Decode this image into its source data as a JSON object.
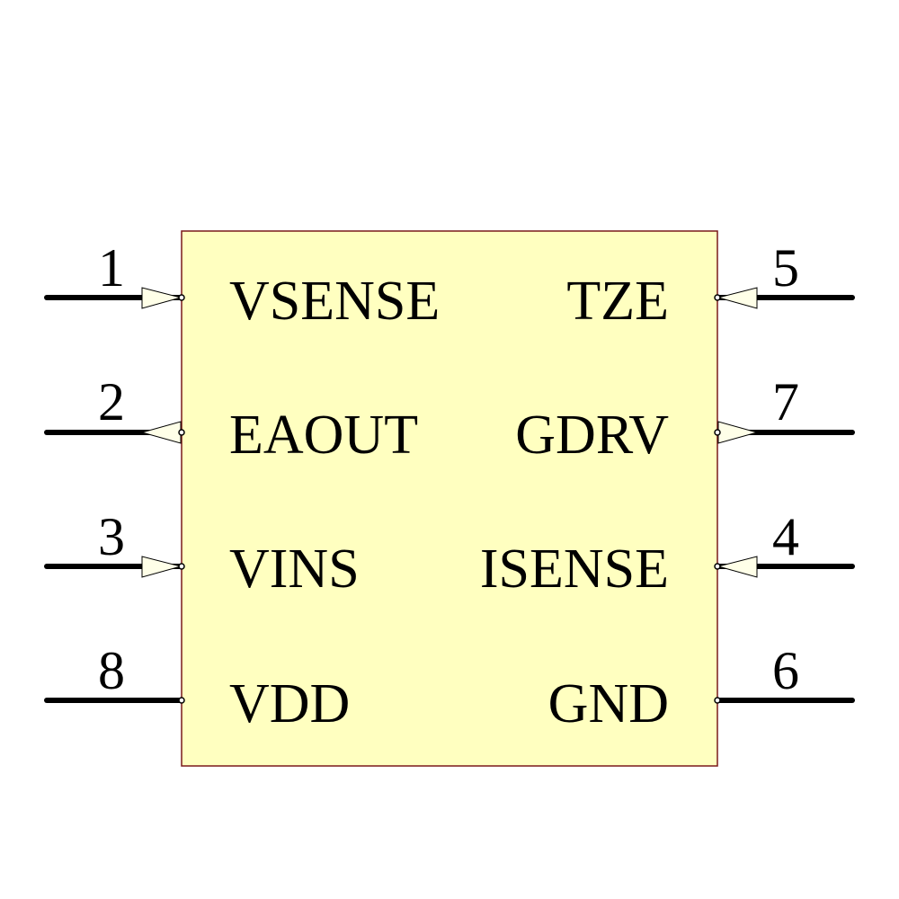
{
  "component": {
    "body_fill": "#ffffc0",
    "body_stroke": "#7a1a1a",
    "pins": {
      "left": [
        {
          "number": "1",
          "name": "VSENSE",
          "direction": "input"
        },
        {
          "number": "2",
          "name": "EAOUT",
          "direction": "output"
        },
        {
          "number": "3",
          "name": "VINS",
          "direction": "input"
        },
        {
          "number": "8",
          "name": "VDD",
          "direction": "power"
        }
      ],
      "right": [
        {
          "number": "5",
          "name": "TZE",
          "direction": "input"
        },
        {
          "number": "7",
          "name": "GDRV",
          "direction": "output"
        },
        {
          "number": "4",
          "name": "ISENSE",
          "direction": "input"
        },
        {
          "number": "6",
          "name": "GND",
          "direction": "power"
        }
      ]
    }
  }
}
